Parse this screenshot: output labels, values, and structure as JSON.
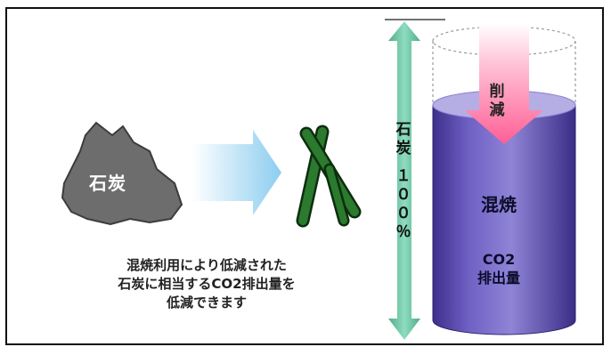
{
  "coal": {
    "label": "石炭"
  },
  "caption": {
    "line1": "混焼利用により低減された",
    "line2": "石炭に相当するCO2排出量を",
    "line3": "低減できます"
  },
  "scale": {
    "chars": [
      "石",
      "炭",
      "１",
      "０",
      "０",
      "％"
    ]
  },
  "reduction": {
    "chars": [
      "削",
      "減"
    ]
  },
  "cylinder": {
    "main_label": "混焼",
    "sub_line1": "CO2",
    "sub_line2": "排出量"
  },
  "colors": {
    "coal_rock": "#6d6d6d",
    "arrow_blue": "#9fd6f0",
    "biomass_green": "#1d5a1f",
    "scale_arrow": "#6cc3a2",
    "reduce_arrow": "#ff7aa8",
    "cylinder_body": "#6456b8",
    "cylinder_top": "#b7b2e6"
  }
}
